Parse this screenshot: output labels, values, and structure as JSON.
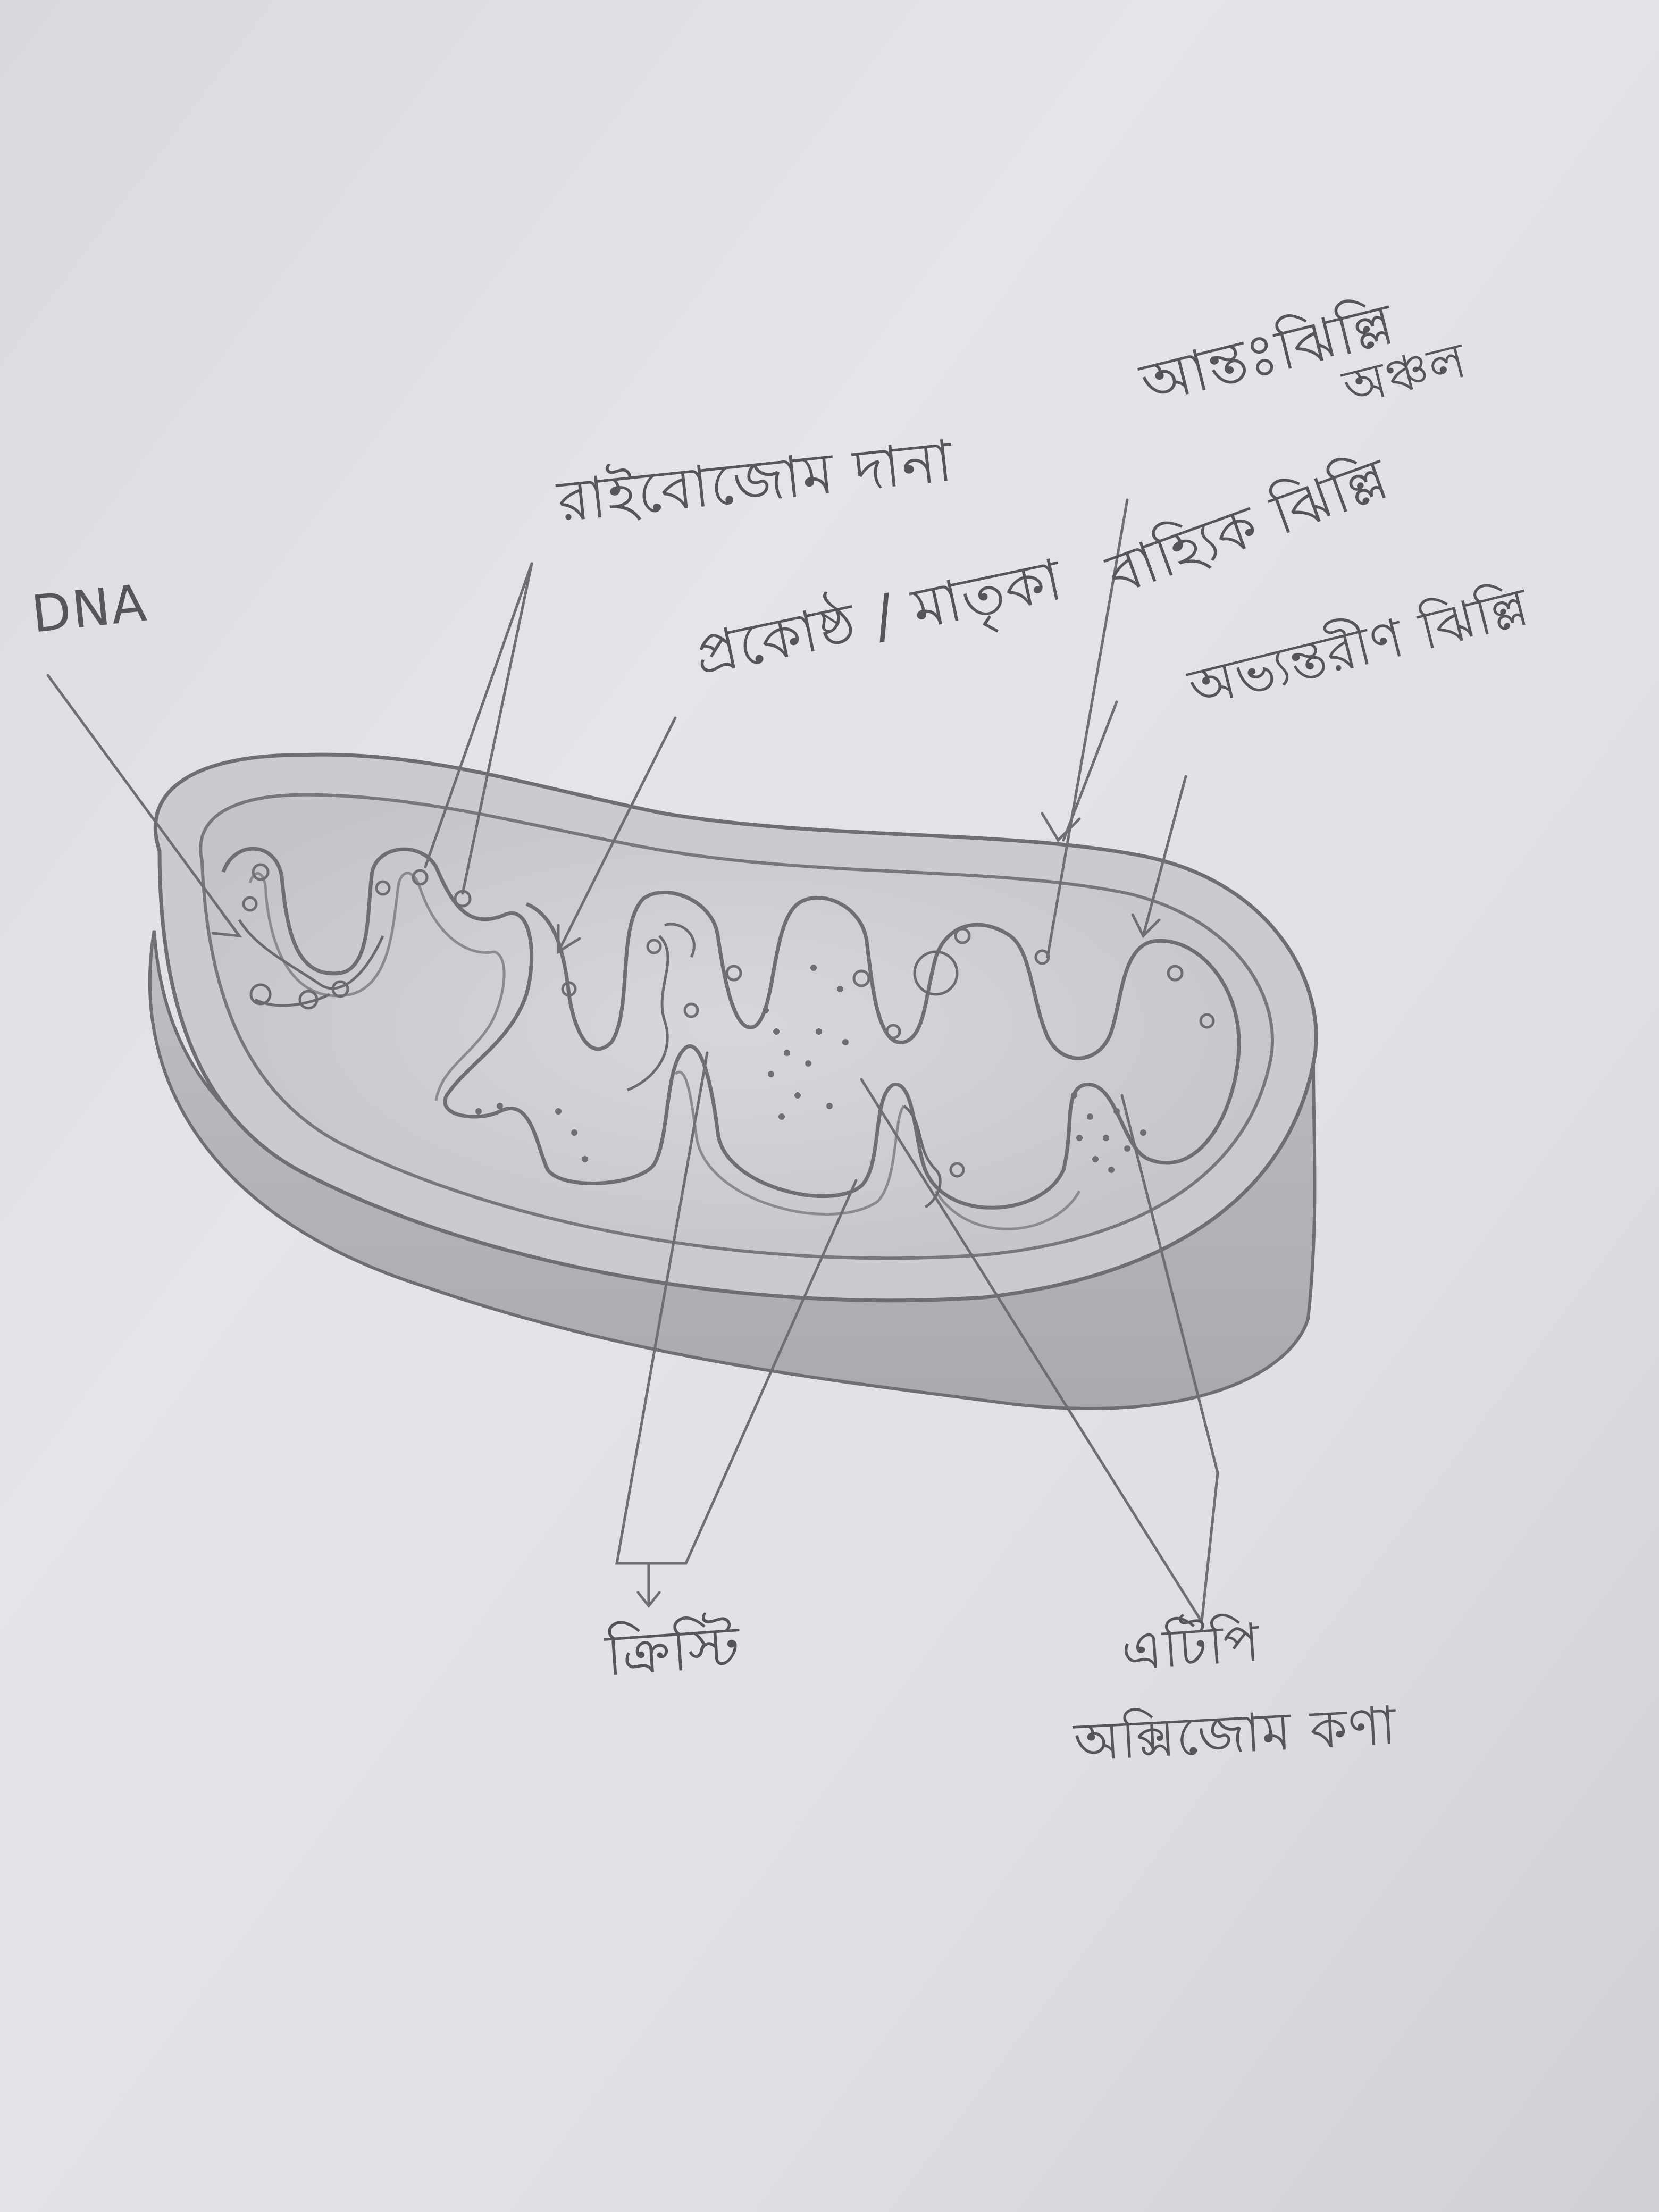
{
  "diagram": {
    "labels": {
      "dna": "DNA",
      "ribosome": "রাইবোজোম দানা",
      "cristae_space": "প্রকোষ্ঠ / মাতৃকা",
      "intermembrane": "আন্তঃঝিল্লি",
      "intermembrane_2": "অঞ্চল",
      "outer_membrane": "বাহ্যিক ঝিল্লি",
      "inner_membrane": "অভ্যন্তরীণ ঝিল্লি",
      "cristae": "ক্রিস্টি",
      "atp": "এটিপি",
      "particle": "অক্সিজোম কণা"
    }
  }
}
